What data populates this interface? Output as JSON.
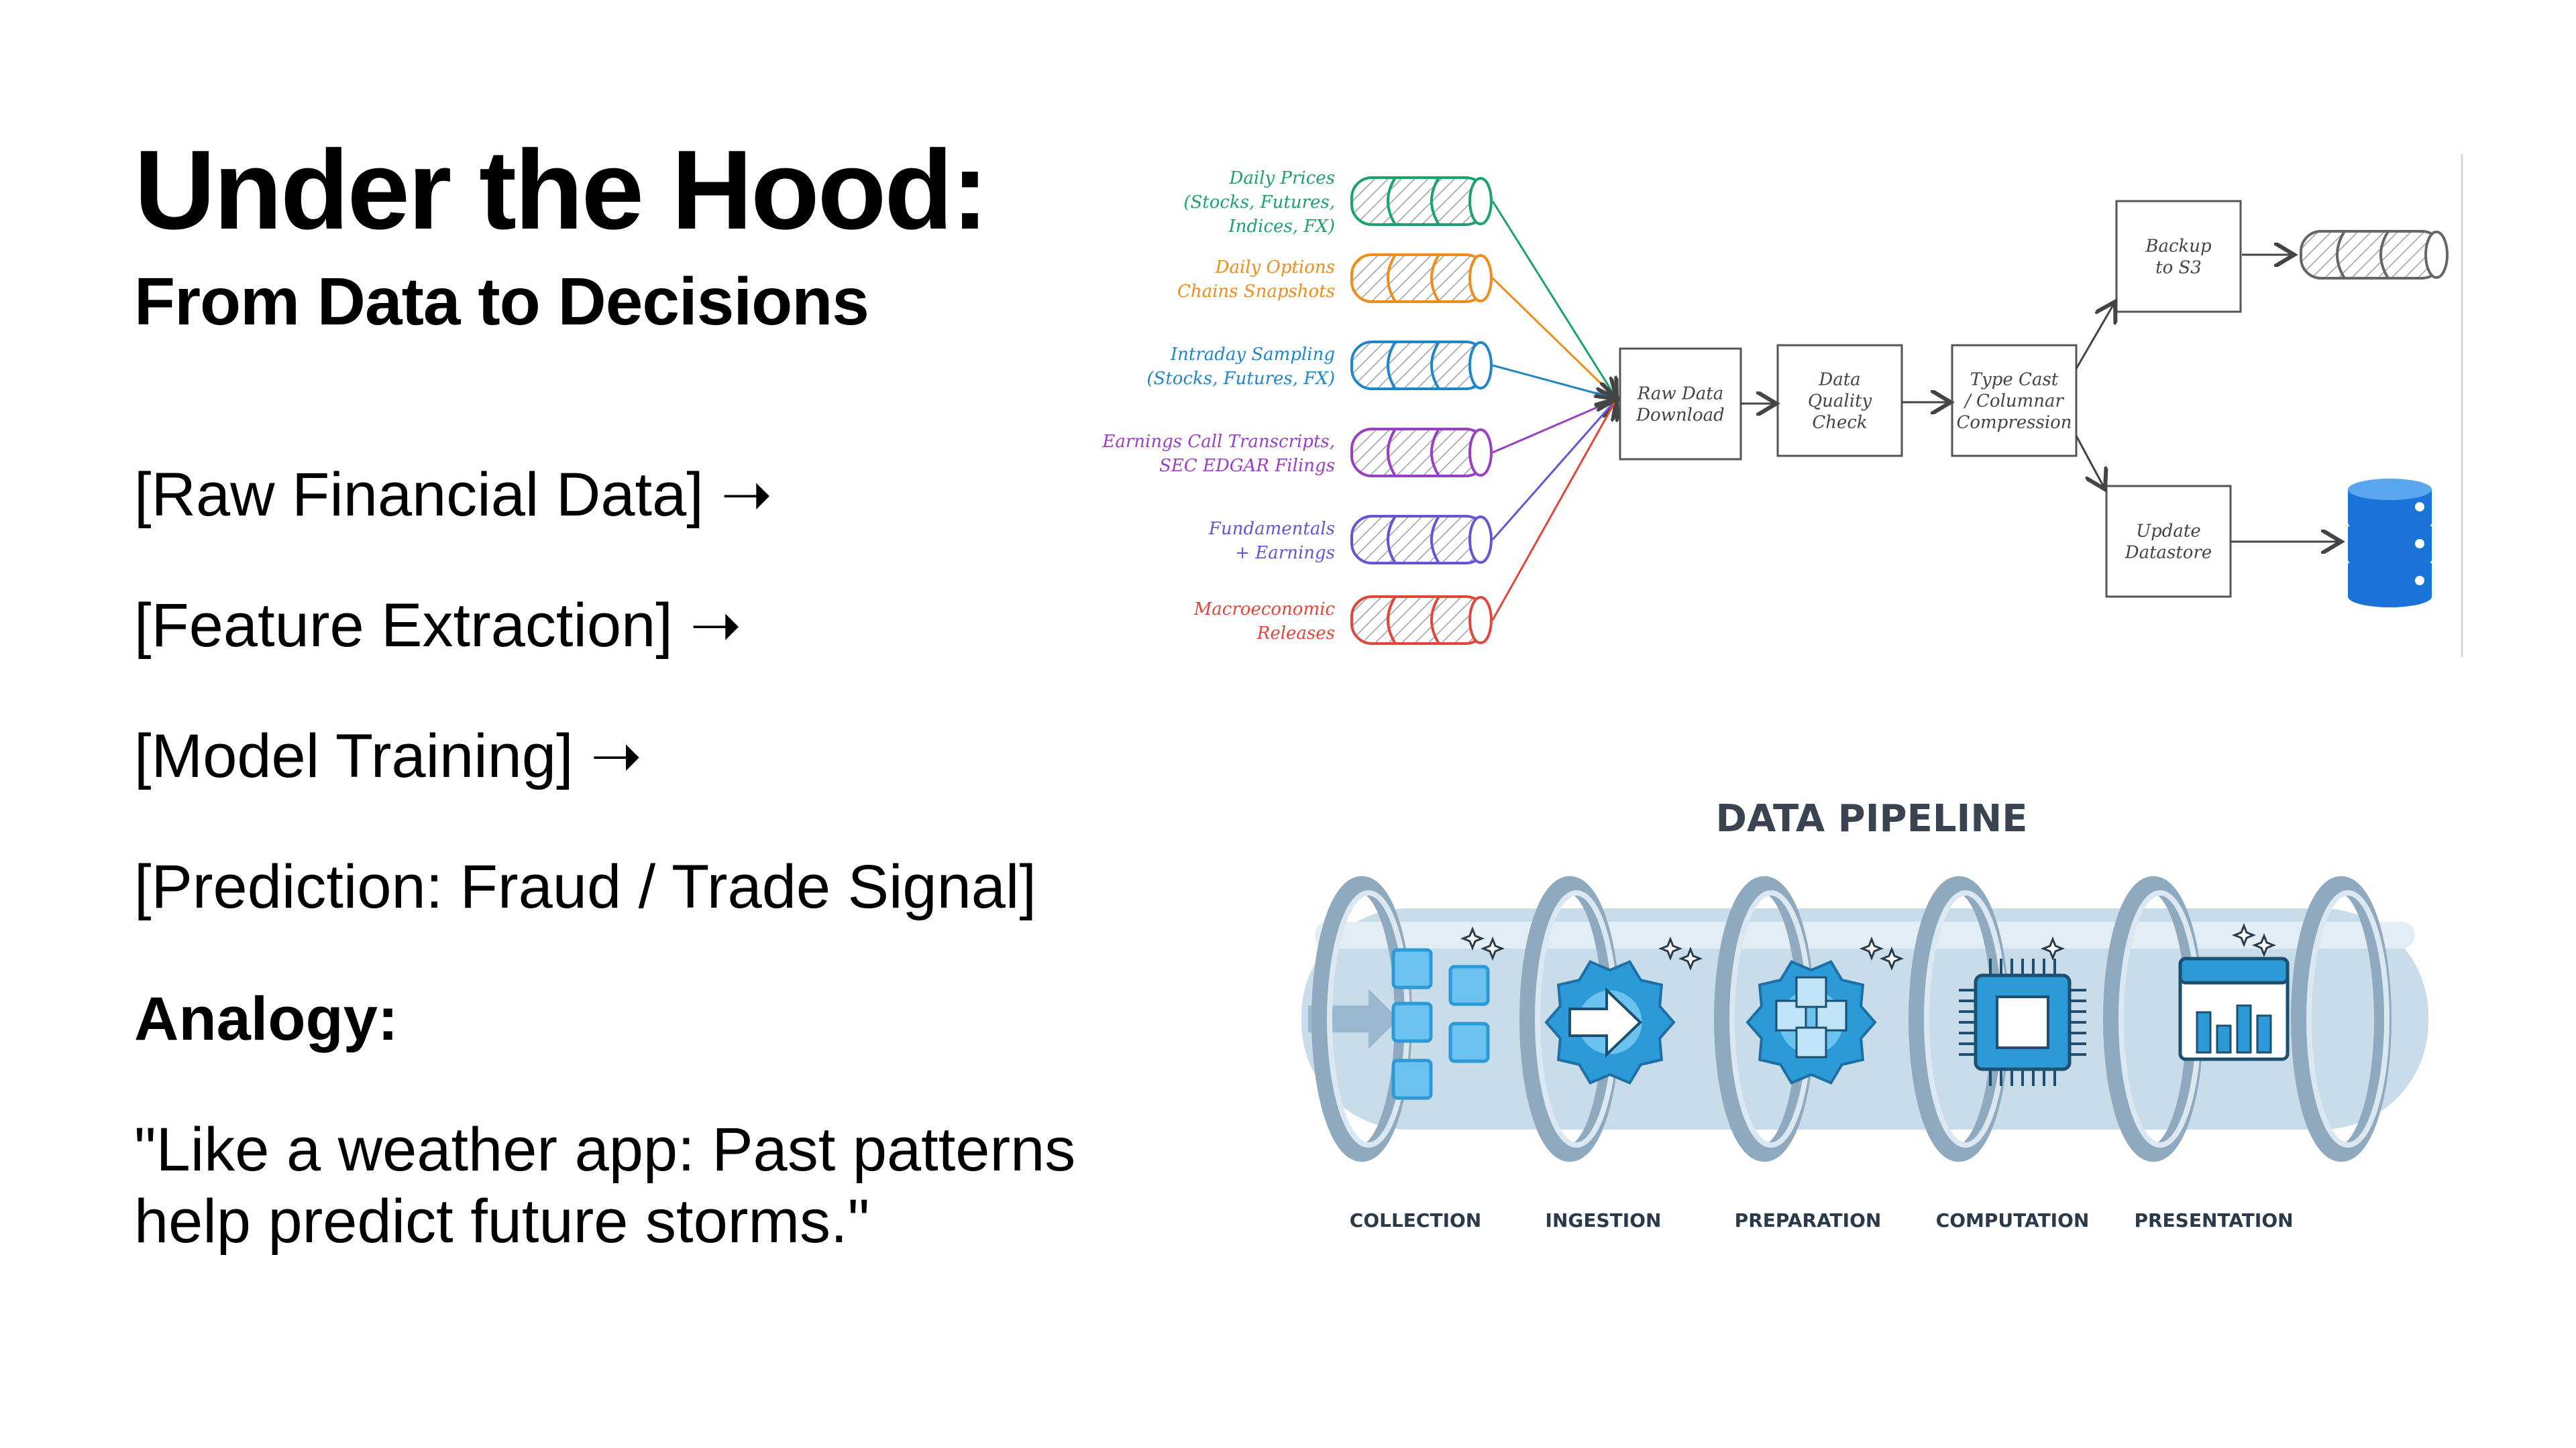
{
  "slide": {
    "title": "Under the Hood:",
    "subtitle": "From Data to Decisions",
    "steps": [
      "[Raw Financial Data] ➝",
      "[Feature Extraction] ➝",
      "[Model Training] ➝",
      "[Prediction: Fraud / Trade Signal]"
    ],
    "analogy_heading": "Analogy:",
    "analogy_quote": "\"Like a weather app: Past patterns help predict future storms.\""
  },
  "flow_diagram": {
    "sources": [
      {
        "lines": [
          "Daily Prices",
          "(Stocks, Futures,",
          "Indices, FX)"
        ],
        "color": "#1aa36a"
      },
      {
        "lines": [
          "Daily Options",
          "Chains Snapshots"
        ],
        "color": "#f08c1a"
      },
      {
        "lines": [
          "Intraday Sampling",
          "(Stocks, Futures, FX)"
        ],
        "color": "#1f86c8"
      },
      {
        "lines": [
          "Earnings Call Transcripts,",
          "SEC EDGAR Filings"
        ],
        "color": "#9a3ec2"
      },
      {
        "lines": [
          "Fundamentals",
          "+ Earnings"
        ],
        "color": "#6a52d6"
      },
      {
        "lines": [
          "Macroeconomic",
          "Releases"
        ],
        "color": "#e0463a"
      }
    ],
    "boxes": {
      "raw_download": [
        "Raw Data",
        "Download"
      ],
      "quality_check": [
        "Data",
        "Quality",
        "Check"
      ],
      "type_cast": [
        "Type Cast",
        "/ Columnar",
        "Compression"
      ],
      "backup": [
        "Backup",
        "to S3"
      ],
      "update": [
        "Update",
        "Datastore"
      ]
    }
  },
  "pipeline_graphic": {
    "title": "DATA PIPELINE",
    "stages": [
      "COLLECTION",
      "INGESTION",
      "PREPARATION",
      "COMPUTATION",
      "PRESENTATION"
    ],
    "colors": {
      "tube": "#c9dcea",
      "ring": "#8fa9bf",
      "icon": "#2d9ad8",
      "icon_light": "#6cc2ee"
    }
  }
}
